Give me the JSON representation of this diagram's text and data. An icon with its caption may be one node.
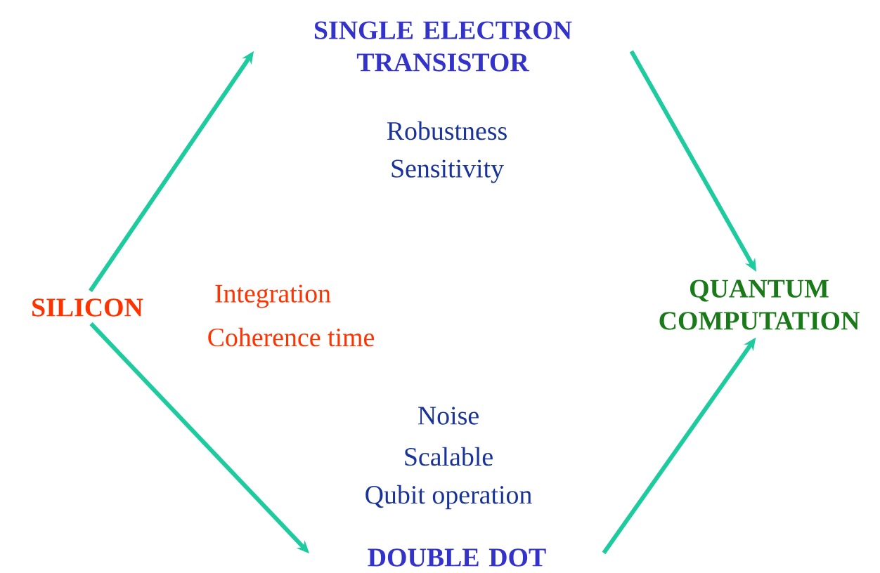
{
  "diagram": {
    "nodes": [
      {
        "text": [
          "SILICON"
        ]
      },
      {
        "text": [
          "SINGLE ELECTRON TRANSISTOR"
        ]
      },
      {
        "text": [
          "QUANTUM COMPUTATION"
        ]
      },
      {
        "text": [
          "DOUBLE DOT"
        ]
      }
    ],
    "edges": [
      {
        "from": 0,
        "to": 1,
        "arrow": "to"
      },
      {
        "from": 1,
        "to": 2,
        "arrow": "to"
      },
      {
        "from": 0,
        "to": 3,
        "arrow": "to"
      },
      {
        "from": 3,
        "to": 2,
        "arrow": "to"
      }
    ],
    "labels": [
      "Robustness",
      "Sensitivity",
      "Integration",
      "Coherence time",
      "Noise",
      "Scalable",
      "Qubit operation"
    ]
  }
}
